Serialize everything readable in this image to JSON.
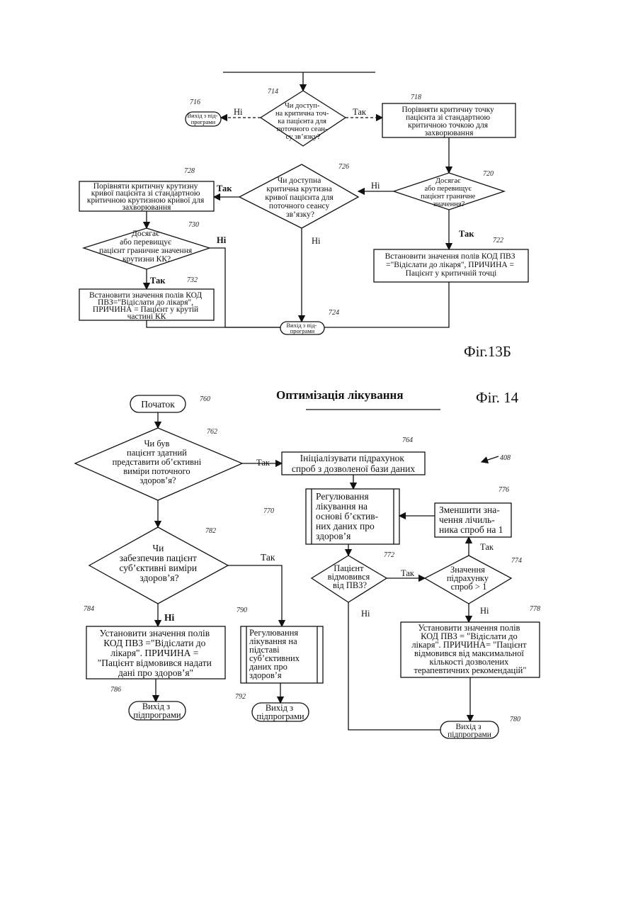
{
  "fig13b": {
    "fig_label": "Фіг.13Б",
    "yes": "Так",
    "no": "Ні",
    "d714": {
      "ref": "714",
      "lines": [
        "Чи доступ-",
        "на критична точ-",
        "ка пацієнта для",
        "поточного сеан-",
        "су зв’язку?"
      ]
    },
    "b718": {
      "ref": "718",
      "lines": [
        "Порівняти критичну точку",
        "пацієнта зі стандартною",
        "критичною точкою для",
        "захворювання"
      ]
    },
    "e716": {
      "ref": "716",
      "lines": [
        "Вихід з під-",
        "програми"
      ]
    },
    "d726": {
      "ref": "726",
      "lines": [
        "Чи доступна",
        "критична крутизна",
        "кривої пацієнта для",
        "поточного сеансу",
        "зв’язку?"
      ]
    },
    "d720": {
      "ref": "720",
      "lines": [
        "Досягає",
        "або перевищує",
        "пацієнт граничне",
        "значення?"
      ]
    },
    "b728": {
      "ref": "728",
      "lines": [
        "Порівняти критичну крутизну",
        "кривої пацієнта зі стандартною",
        "критичною крутизною кривої для",
        "захворювання"
      ]
    },
    "d730": {
      "ref": "730",
      "lines": [
        "Досягає",
        "або перевищує",
        "пацієнт граничне значення",
        "крутизни КК?"
      ]
    },
    "b722": {
      "ref": "722",
      "lines": [
        "Встановити значення полів  КОД ПВЗ",
        "=\"Відіслати до лікаря\", ПРИЧИНА =",
        "Пацієнт у критичній точці"
      ]
    },
    "b732": {
      "ref": "732",
      "lines": [
        "Встановити значення полів  КОД",
        "ПВЗ=\"Відіслати до лікаря\",",
        "ПРИЧИНА = Пацієнт у крутій",
        "частині КК"
      ]
    },
    "e724": {
      "ref": "724",
      "lines": [
        "Вихід з під-",
        "програми"
      ]
    }
  },
  "fig14": {
    "title": "Оптимізація лікування",
    "fig_label": "Фіг. 14",
    "ref408": "408",
    "yes": "Так",
    "no": "Ні",
    "start": {
      "ref": "760",
      "label": "Початок"
    },
    "d762": {
      "ref": "762",
      "lines": [
        "Чи був",
        "пацієнт здатний",
        "представити об’єктивні",
        "виміри поточного",
        "здоров’я?"
      ]
    },
    "b764": {
      "ref": "764",
      "lines": [
        "Ініціалізувати підрахунок",
        "спроб з дозволеної бази даних"
      ]
    },
    "b770": {
      "ref": "770",
      "lines": [
        "Регулювання",
        "лікування на",
        "основі б’єктив-",
        "них даних про",
        "здоров’я"
      ]
    },
    "b776": {
      "ref": "776",
      "lines": [
        "Зменшити зна-",
        "чення лічиль-",
        "ника спроб на 1"
      ]
    },
    "d782": {
      "ref": "782",
      "lines": [
        "Чи",
        "забезпечив пацієнт",
        "суб’єктивні виміри",
        "здоров’я?"
      ]
    },
    "d772": {
      "ref": "772",
      "lines": [
        "Пацієнт",
        "відмовився",
        "від ПВЗ?"
      ]
    },
    "d774": {
      "ref": "774",
      "lines": [
        "Значення",
        "підрахунку",
        "спроб > 1"
      ]
    },
    "b784": {
      "ref": "784",
      "lines": [
        "Установити значення полів",
        "КОД ПВЗ =\"Відіслати до",
        "лікаря\". ПРИЧИНА =",
        "\"Пацієнт відмовився надати",
        "дані про здоров’я\""
      ]
    },
    "b790": {
      "ref": "790",
      "lines": [
        "Регулювання",
        "лікування на",
        "підставі",
        "суб’єктивних",
        "даних про",
        "здоров’я"
      ]
    },
    "b778": {
      "ref": "778",
      "lines": [
        "Установити значення полів",
        "КОД ПВЗ = \"Відіслати до",
        "лікаря\". ПРИЧИНА= \"Пацієнт",
        "відмовився від максимальної",
        "кількості дозволених",
        "терапевтичних рекомендацій\""
      ]
    },
    "e786": {
      "ref": "786",
      "lines": [
        "Вихід з",
        "підпрограми"
      ]
    },
    "e792": {
      "ref": "792",
      "lines": [
        "Вихід з",
        "підпрограми"
      ]
    },
    "e780": {
      "ref": "780",
      "lines": [
        "Вихід з",
        "підпрограми"
      ]
    }
  }
}
